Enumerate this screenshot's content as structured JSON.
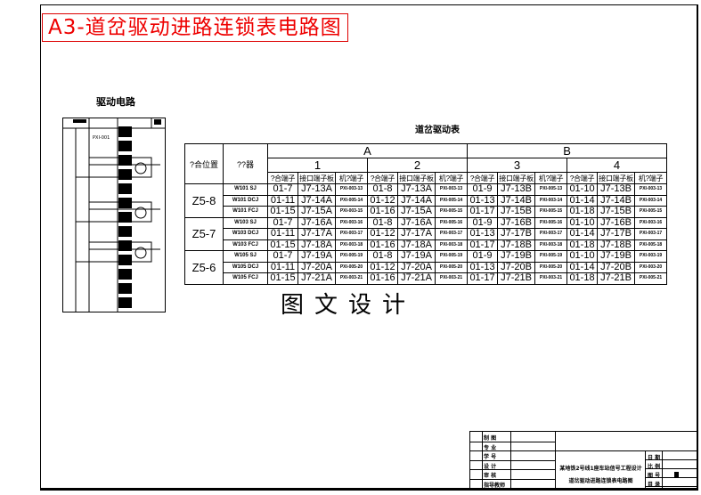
{
  "title": "A3-道岔驱动进路连锁表电路图",
  "circuit": {
    "title": "驱动电路",
    "label": "PXI-001"
  },
  "table": {
    "title": "道岔驱动表",
    "col_pos": "?合位置",
    "col_dev": "??器",
    "groups": [
      "A",
      "B"
    ],
    "subgroups": [
      "1",
      "2",
      "3",
      "4"
    ],
    "subheaders": [
      "?合端子",
      "接口端子板",
      "机?端子"
    ],
    "positions": [
      "Z5-8",
      "Z5-7",
      "Z5-6"
    ],
    "rows": [
      {
        "dev": "W101 SJ",
        "c": [
          "01-7",
          "J7-13A",
          "PXI-003-13",
          "01-8",
          "J7-13A",
          "PXI-003-13",
          "01-9",
          "J7-13B",
          "PXI-005-13",
          "01-10",
          "J7-13B",
          "PXI-003-13"
        ]
      },
      {
        "dev": "W101 DCJ",
        "c": [
          "01-11",
          "J7-14A",
          "PXI-005-14",
          "01-12",
          "J7-14A",
          "PXI-005-14",
          "01-13",
          "J7-14B",
          "PXI-003-14",
          "01-14",
          "J7-14B",
          "PXI-003-14"
        ]
      },
      {
        "dev": "W101 FCJ",
        "c": [
          "01-15",
          "J7-15A",
          "PXI-003-15",
          "01-16",
          "J7-15A",
          "PXI-005-15",
          "01-17",
          "J7-15B",
          "PXI-005-15",
          "01-18",
          "J7-15B",
          "PXI-005-15"
        ]
      },
      {
        "dev": "W103 SJ",
        "c": [
          "01-7",
          "J7-16A",
          "PXI-003-16",
          "01-8",
          "J7-16A",
          "PXI-005-16",
          "01-9",
          "J7-16B",
          "PXI-005-16",
          "01-10",
          "J7-16B",
          "PXI-003-16"
        ]
      },
      {
        "dev": "W103 DCJ",
        "c": [
          "01-11",
          "J7-17A",
          "PXI-003-17",
          "01-12",
          "J7-17A",
          "PXI-003-17",
          "01-13",
          "J7-17B",
          "PXI-003-17",
          "01-14",
          "J7-17B",
          "PXI-003-17"
        ]
      },
      {
        "dev": "W103 FCJ",
        "c": [
          "01-15",
          "J7-18A",
          "PXI-003-18",
          "01-16",
          "J7-18A",
          "PXI-003-18",
          "01-17",
          "J7-18B",
          "PXI-003-18",
          "01-18",
          "J7-18B",
          "PXI-005-18"
        ]
      },
      {
        "dev": "W105 SJ",
        "c": [
          "01-7",
          "J7-19A",
          "PXI-005-19",
          "01-8",
          "J7-19A",
          "PXI-005-19",
          "01-9",
          "J7-19B",
          "PXI-005-19",
          "01-10",
          "J7-19B",
          "PXI-003-19"
        ]
      },
      {
        "dev": "W105 DCJ",
        "c": [
          "01-11",
          "J7-20A",
          "PXI-005-20",
          "01-12",
          "J7-20A",
          "PXI-005-20",
          "01-13",
          "J7-20B",
          "PXI-005-20",
          "01-14",
          "J7-20B",
          "PXI-003-20"
        ]
      },
      {
        "dev": "W105 FCJ",
        "c": [
          "01-15",
          "J7-21A",
          "PXI-003-21",
          "01-16",
          "J7-21A",
          "PXI-003-21",
          "01-17",
          "J7-21B",
          "PXI-003-21",
          "01-18",
          "J7-21B",
          "PXI-005-21"
        ]
      }
    ]
  },
  "watermark": "图文设计",
  "title_block": {
    "left_labels": [
      "制 图",
      "专 业",
      "学 号",
      "设 计",
      "审 核",
      "指导教师"
    ],
    "project": "某地铁2号线1座车站信号工程设计",
    "drawing": "道岔驱动进路连锁表电路图",
    "right_labels": [
      "日 期",
      "比 例",
      "图 号",
      "目 录"
    ]
  }
}
